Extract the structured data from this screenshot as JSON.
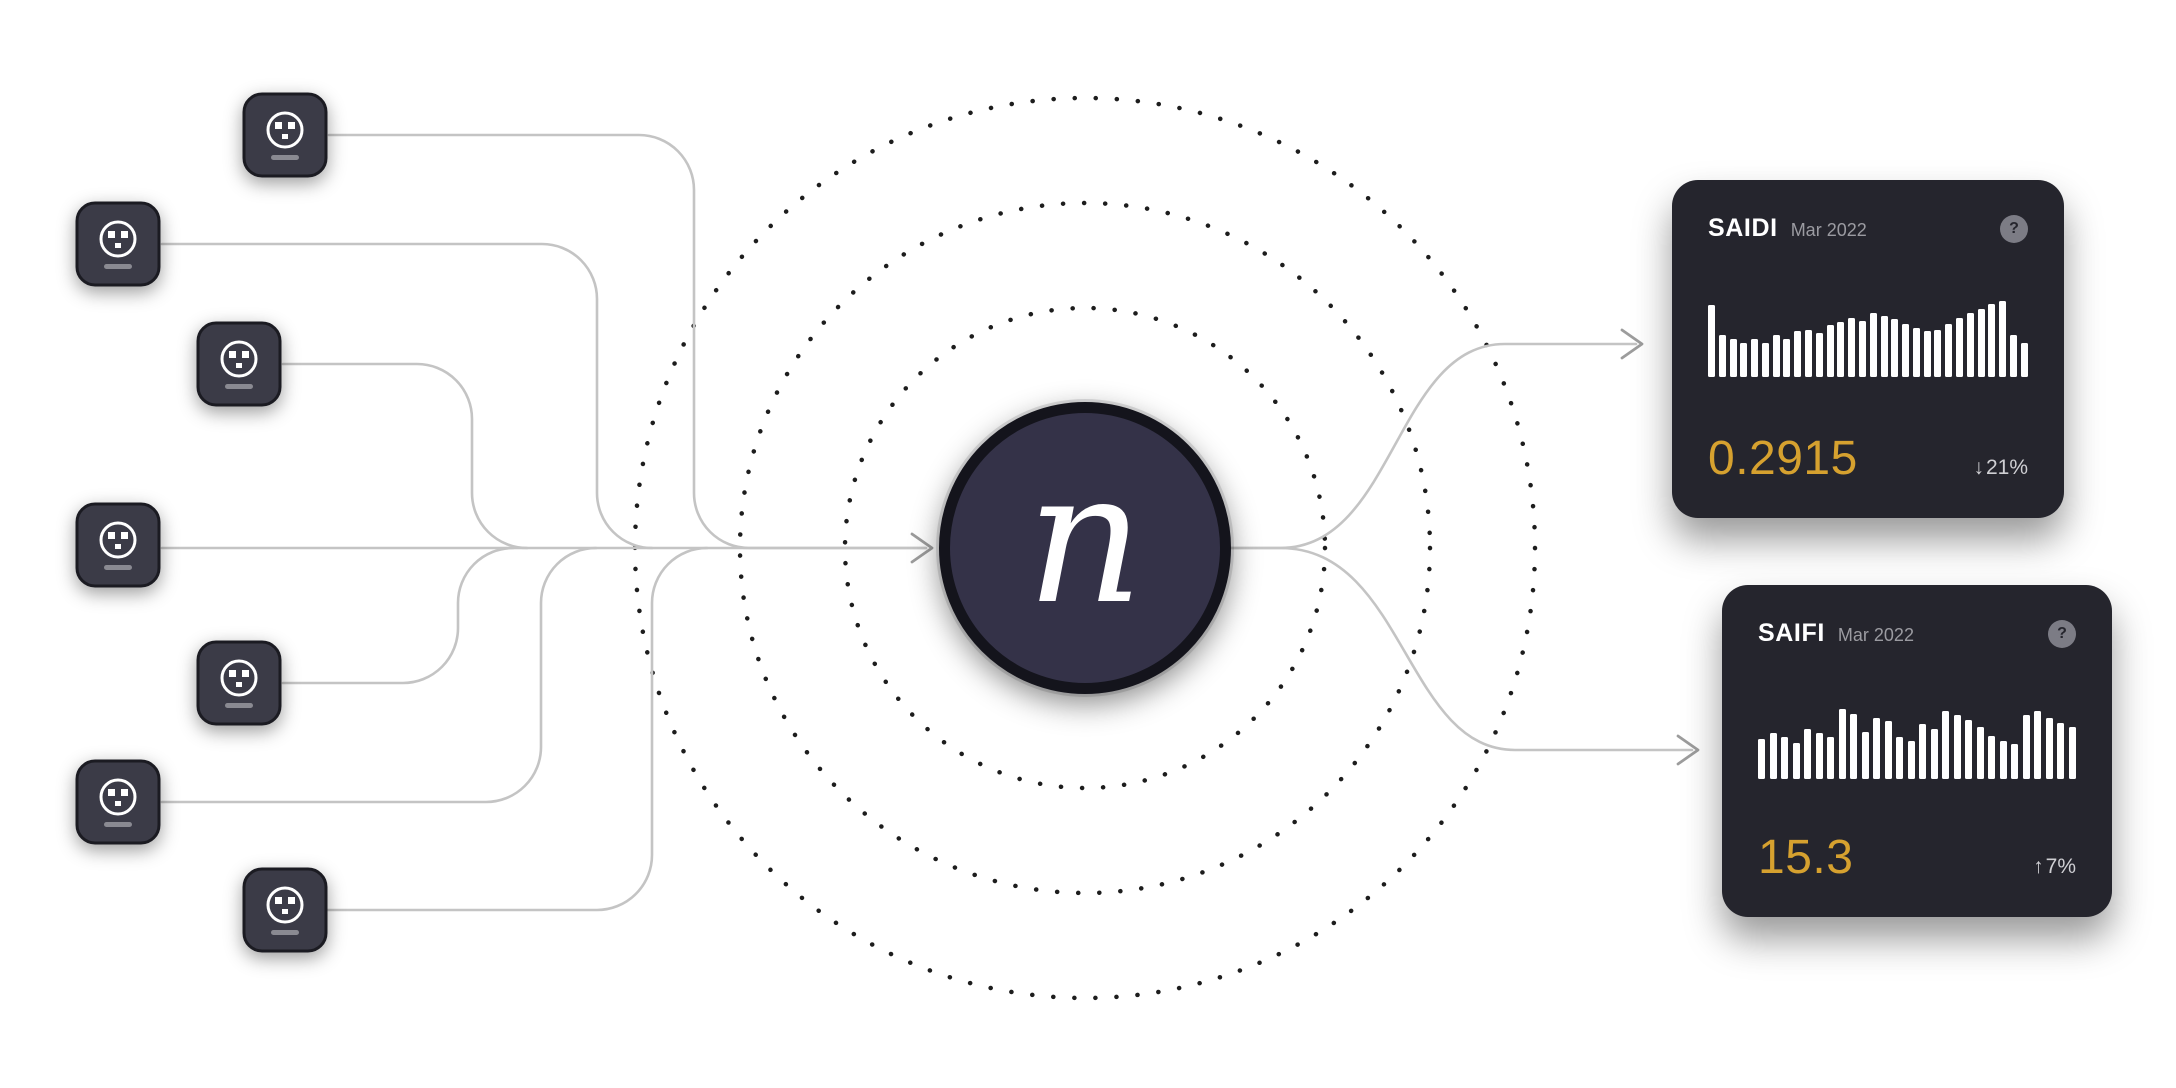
{
  "colors": {
    "page_bg": "#ffffff",
    "line": "#c4c4c4",
    "dot_ring": "#1d1d1d",
    "hub_fill": "#343248",
    "hub_ring": "#14141c",
    "card_bg": "#25252d",
    "accent_value": "#d6a12f",
    "bar": "#ffffff",
    "muted_text": "#9b9ba1",
    "trend_text": "#cfcfd3",
    "help_bg": "#7c7c85",
    "icon_bg": "#3b3b47"
  },
  "hub": {
    "label": "n"
  },
  "outlets": {
    "count": 7,
    "icon": "power-outlet-icon"
  },
  "cards": [
    {
      "title": "SAIDI",
      "period": "Mar 2022",
      "help_icon": "?",
      "value": "0.2915",
      "trend_icon": "↓",
      "trend_text": "21%",
      "bars": [
        0.95,
        0.55,
        0.5,
        0.45,
        0.5,
        0.45,
        0.55,
        0.5,
        0.6,
        0.62,
        0.58,
        0.68,
        0.72,
        0.78,
        0.74,
        0.84,
        0.8,
        0.76,
        0.7,
        0.64,
        0.6,
        0.62,
        0.7,
        0.78,
        0.84,
        0.9,
        0.96,
        1.0,
        0.55,
        0.45
      ]
    },
    {
      "title": "SAIFI",
      "period": "Mar 2022",
      "help_icon": "?",
      "value": "15.3",
      "trend_icon": "↑",
      "trend_text": "7%",
      "bars": [
        0.52,
        0.6,
        0.55,
        0.48,
        0.66,
        0.6,
        0.55,
        0.92,
        0.86,
        0.62,
        0.8,
        0.76,
        0.55,
        0.5,
        0.72,
        0.66,
        0.9,
        0.84,
        0.78,
        0.68,
        0.56,
        0.5,
        0.46,
        0.84,
        0.9,
        0.8,
        0.74,
        0.68
      ]
    }
  ],
  "chart_data": [
    {
      "type": "bar",
      "title": "SAIDI",
      "subtitle": "Mar 2022",
      "values": [
        0.95,
        0.55,
        0.5,
        0.45,
        0.5,
        0.45,
        0.55,
        0.5,
        0.6,
        0.62,
        0.58,
        0.68,
        0.72,
        0.78,
        0.74,
        0.84,
        0.8,
        0.76,
        0.7,
        0.64,
        0.6,
        0.62,
        0.7,
        0.78,
        0.84,
        0.9,
        0.96,
        1.0,
        0.55,
        0.45
      ],
      "ylim": [
        0,
        1
      ],
      "value_label": "0.2915",
      "trend": "↓ 21%"
    },
    {
      "type": "bar",
      "title": "SAIFI",
      "subtitle": "Mar 2022",
      "values": [
        0.52,
        0.6,
        0.55,
        0.48,
        0.66,
        0.6,
        0.55,
        0.92,
        0.86,
        0.62,
        0.8,
        0.76,
        0.55,
        0.5,
        0.72,
        0.66,
        0.9,
        0.84,
        0.78,
        0.68,
        0.56,
        0.5,
        0.46,
        0.84,
        0.9,
        0.8,
        0.74,
        0.68
      ],
      "ylim": [
        0,
        1
      ],
      "value_label": "15.3",
      "trend": "↑ 7%"
    }
  ]
}
